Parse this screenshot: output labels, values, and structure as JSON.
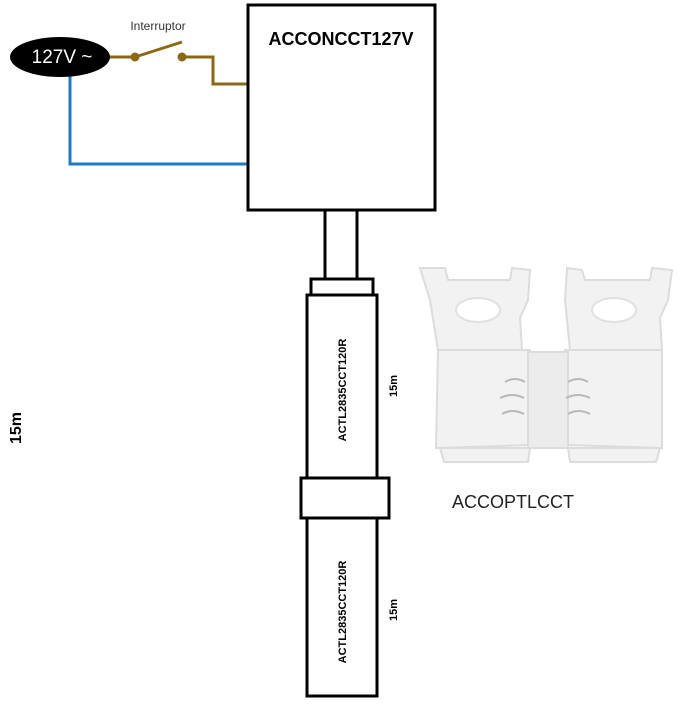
{
  "source": {
    "label": "127V ~"
  },
  "switch": {
    "label": "Interruptor"
  },
  "controller": {
    "label": "ACCONCCT127V"
  },
  "strips": [
    {
      "label": "ACTL2835CCT120R",
      "length": "15m"
    },
    {
      "label": "ACTL2835CCT120R",
      "length": "15m"
    }
  ],
  "total_length": "15m",
  "connector": {
    "label": "ACCOPTLCCT"
  },
  "colors": {
    "live_wire": "#8B6914",
    "neutral_wire": "#1F7BC4",
    "outline": "#000000",
    "source_fill": "#000000",
    "source_text": "#ffffff"
  }
}
